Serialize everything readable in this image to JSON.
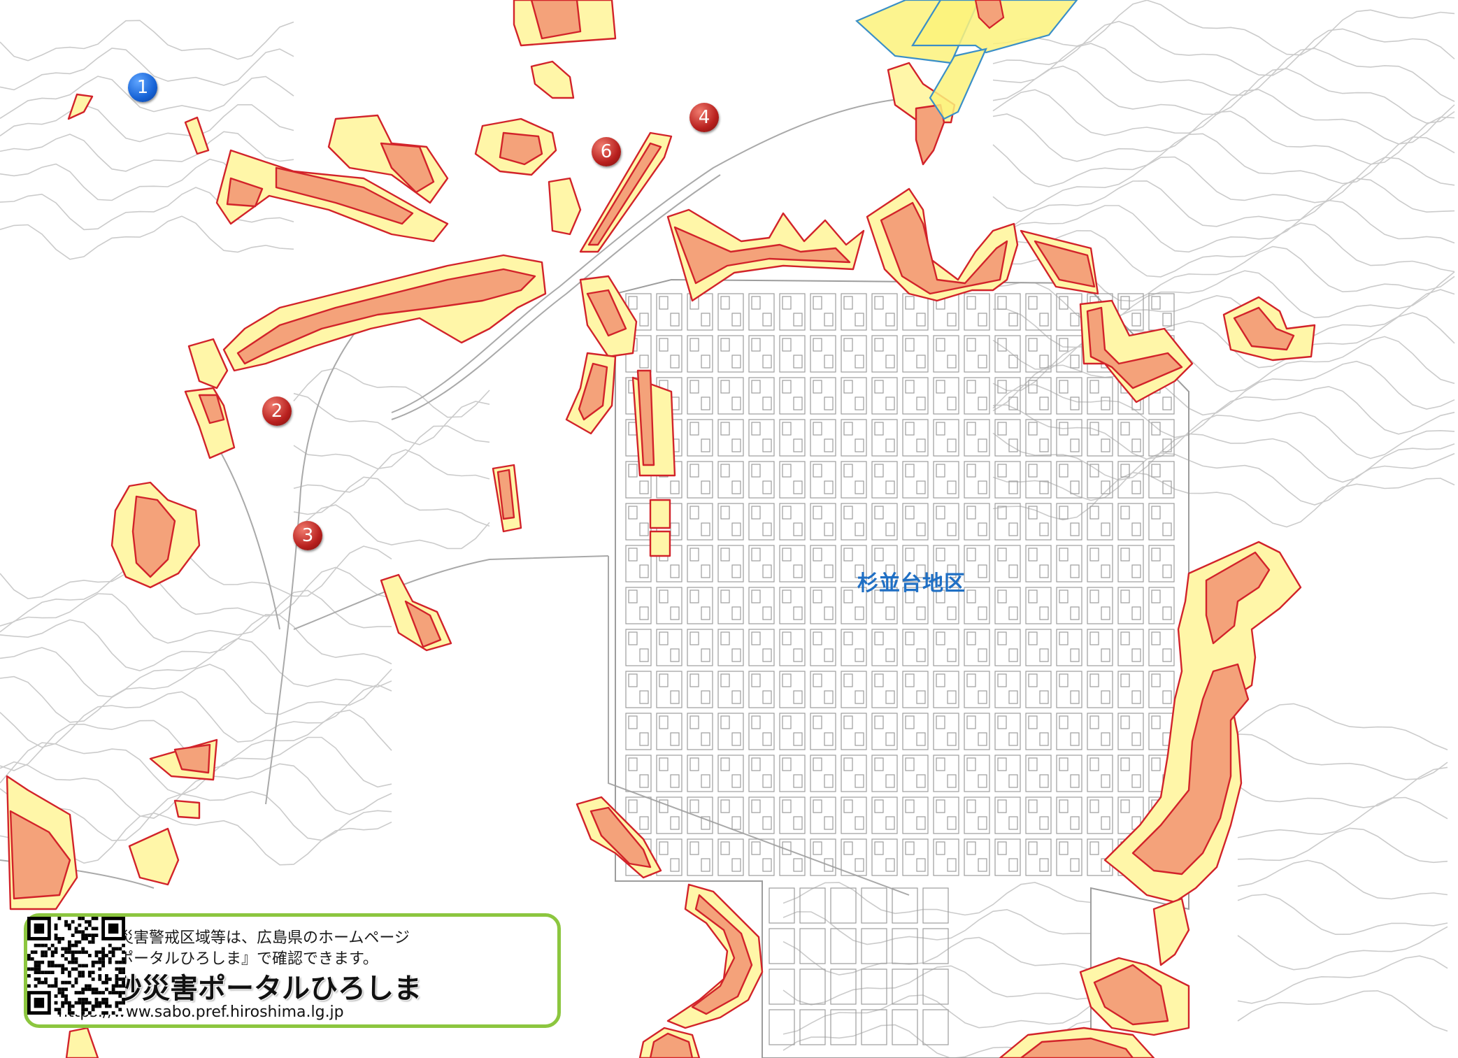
{
  "map": {
    "district_label": "杉並台地区",
    "district_label_color": "#1f6fc4",
    "markers": [
      {
        "label": "1",
        "color": "#1763d6",
        "kind": "blue"
      },
      {
        "label": "2",
        "color": "#b8201e",
        "kind": "red"
      },
      {
        "label": "3",
        "color": "#b8201e",
        "kind": "red"
      },
      {
        "label": "4",
        "color": "#b8201e",
        "kind": "red"
      },
      {
        "label": "6",
        "color": "#b8201e",
        "kind": "red"
      }
    ],
    "colors": {
      "warning_zone_fill": "#fff6a8",
      "special_warning_zone_fill": "#f4a27a",
      "zone_outline": "#d2232a",
      "other_zone_outline": "#3a8fc7",
      "contour_line": "#c9c9c9",
      "building_outline": "#9a9a9a"
    }
  },
  "notice": {
    "line1": "最新の土砂災害警戒区域等は、広島県のホームページ",
    "line2": "『土砂災害ポータルひろしま』で確認できます。",
    "logo_text": "土砂災害ポータルひろしま",
    "url": "https://www.sabo.pref.hiroshima.lg.jp",
    "border_color": "#8cc63f"
  },
  "icons": {
    "logo": "crescent-logo-icon",
    "qr": "qr-code-icon"
  }
}
